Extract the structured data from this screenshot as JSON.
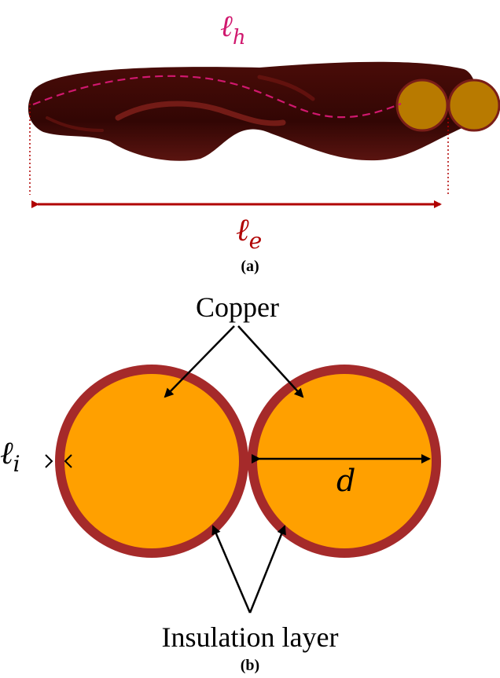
{
  "panel_a": {
    "helix_symbol": "ℓ",
    "helix_subscript": "h",
    "length_symbol": "ℓ",
    "length_subscript": "e",
    "caption": "(a)"
  },
  "panel_b": {
    "copper_label": "Copper",
    "insulation_label": "Insulation layer",
    "thickness_symbol": "ℓ",
    "thickness_subscript": "i",
    "diameter_symbol": "d",
    "caption": "(b)"
  },
  "colors": {
    "twisted_pair_body": "#3a0806",
    "twisted_pair_highlight": "#7a1e18",
    "wire_end_copper": "#b87a00",
    "helix_path_and_label": "#d0186e",
    "length_arrow": "#b00000",
    "insulation": "#a52a2a",
    "copper": "#ffa000"
  }
}
